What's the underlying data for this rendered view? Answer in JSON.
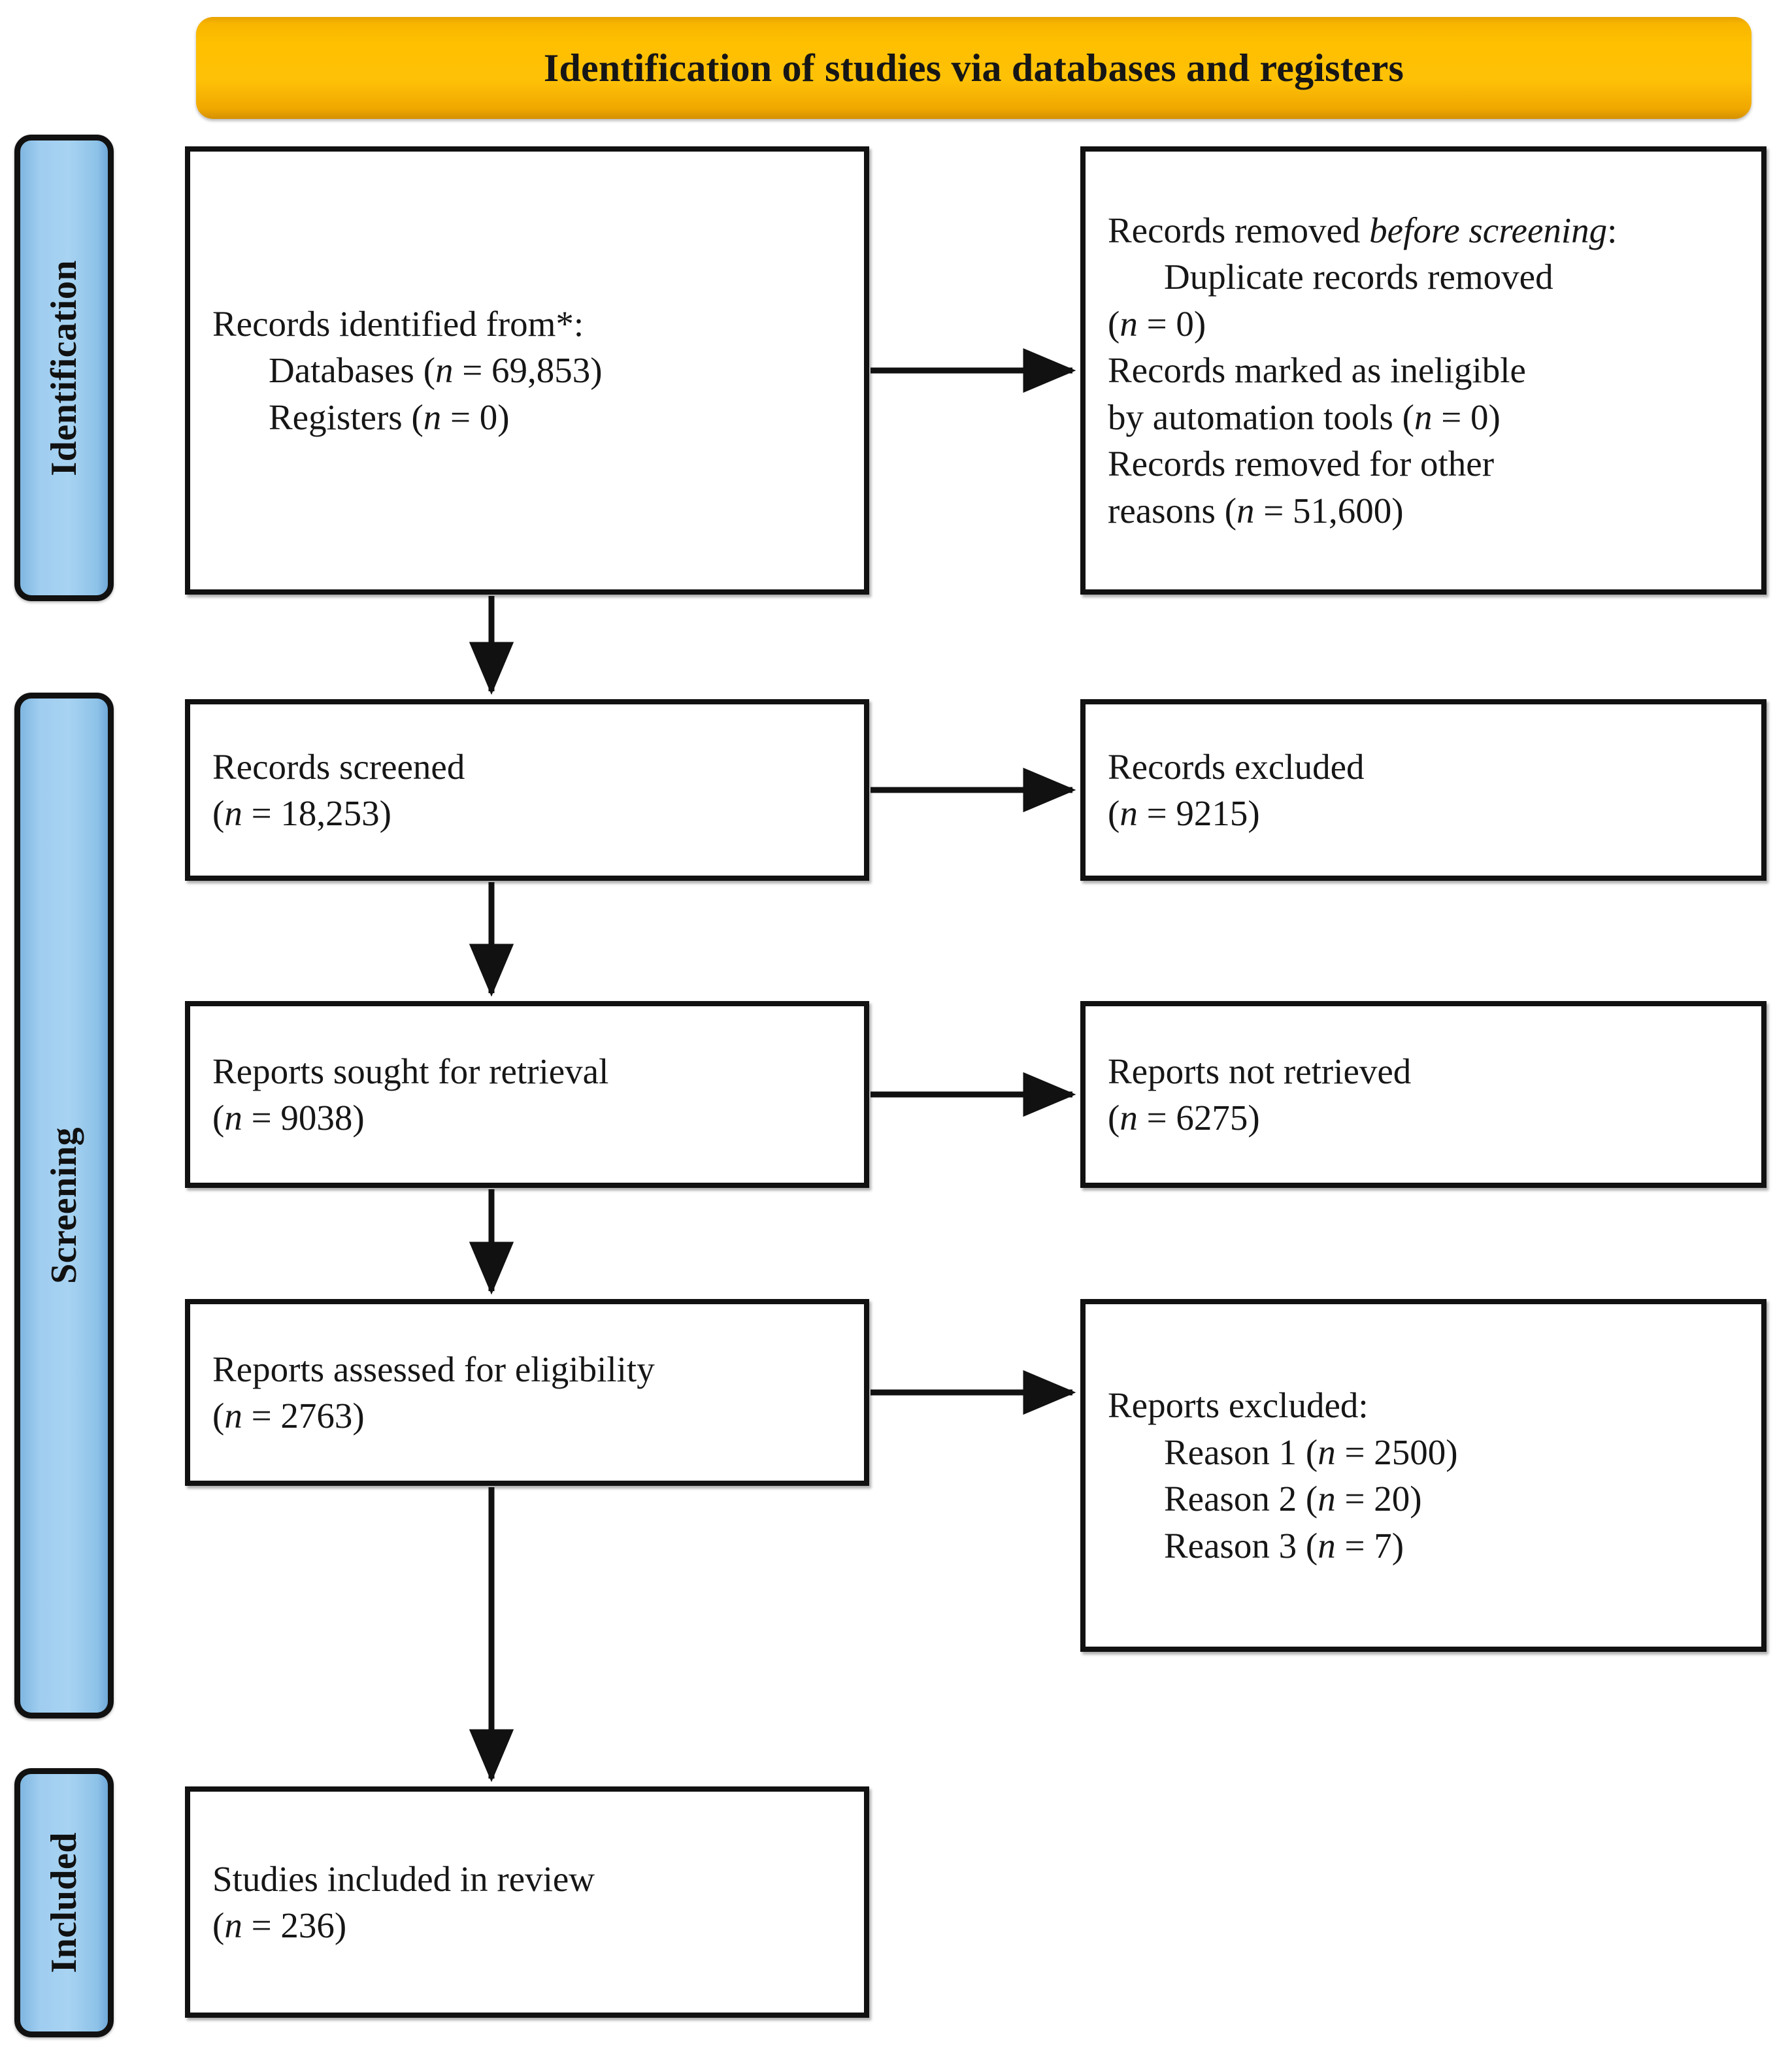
{
  "banner": {
    "title": "Identification of studies via databases and registers",
    "color": "#ffc000"
  },
  "phases": [
    {
      "id": "identification",
      "label": "Identification",
      "color": "#a8d3f2"
    },
    {
      "id": "screening",
      "label": "Screening",
      "color": "#a8d3f2"
    },
    {
      "id": "included",
      "label": "Included",
      "color": "#a8d3f2"
    }
  ],
  "boxes": {
    "identified": {
      "l1": "Records identified from*:",
      "l2_label": "Databases (",
      "l2_n": "n",
      "l2_val": " = 69,853)",
      "l3_label": "Registers (",
      "l3_n": "n",
      "l3_val": " = 0)"
    },
    "removed": {
      "l1a": "Records removed ",
      "l1b": "before screening",
      "l1c": ":",
      "l2": "Duplicate records removed",
      "l3_open": "(",
      "l3_n": "n",
      "l3_val": " = 0)",
      "l4": "Records marked as ineligible",
      "l5_label": "by automation tools (",
      "l5_n": "n",
      "l5_val": " = 0)",
      "l6": "Records removed for other",
      "l7_label": "reasons (",
      "l7_n": "n",
      "l7_val": " = 51,600)"
    },
    "screened": {
      "l1": "Records screened",
      "l2_open": "(",
      "l2_n": "n",
      "l2_val": " = 18,253)"
    },
    "excluded_records": {
      "l1": "Records excluded",
      "l2_open": "(",
      "l2_n": "n",
      "l2_val": " = 9215)"
    },
    "sought": {
      "l1": "Reports sought for retrieval",
      "l2_open": "(",
      "l2_n": "n",
      "l2_val": " = 9038)"
    },
    "not_retrieved": {
      "l1": "Reports not retrieved",
      "l2_open": "(",
      "l2_n": "n",
      "l2_val": " = 6275)"
    },
    "assessed": {
      "l1": "Reports assessed for eligibility",
      "l2_open": "(",
      "l2_n": "n",
      "l2_val": " = 2763)"
    },
    "reports_excluded": {
      "l1": "Reports excluded:",
      "l2_label": "Reason 1 (",
      "l2_n": "n",
      "l2_val": " = 2500)",
      "l3_label": "Reason 2 (",
      "l3_n": "n",
      "l3_val": " = 20)",
      "l4_label": "Reason 3 (",
      "l4_n": "n",
      "l4_val": " = 7)"
    },
    "included": {
      "l1": "Studies included in review",
      "l2_open": "(",
      "l2_n": "n",
      "l2_val": " = 236)"
    }
  },
  "chart_data": {
    "type": "diagram",
    "title": "PRISMA 2020 flow diagram",
    "nodes": [
      {
        "id": "identified",
        "stage": "Identification",
        "label": "Records identified from*",
        "databases": 69853,
        "registers": 0
      },
      {
        "id": "removed",
        "stage": "Identification",
        "label": "Records removed before screening",
        "duplicates": 0,
        "ineligible_by_automation": 0,
        "other_reasons": 51600
      },
      {
        "id": "screened",
        "stage": "Screening",
        "label": "Records screened",
        "n": 18253
      },
      {
        "id": "excluded_records",
        "stage": "Screening",
        "label": "Records excluded",
        "n": 9215
      },
      {
        "id": "sought",
        "stage": "Screening",
        "label": "Reports sought for retrieval",
        "n": 9038
      },
      {
        "id": "not_retrieved",
        "stage": "Screening",
        "label": "Reports not retrieved",
        "n": 6275
      },
      {
        "id": "assessed",
        "stage": "Screening",
        "label": "Reports assessed for eligibility",
        "n": 2763
      },
      {
        "id": "reports_excluded",
        "stage": "Screening",
        "label": "Reports excluded",
        "reason_1": 2500,
        "reason_2": 20,
        "reason_3": 7
      },
      {
        "id": "included",
        "stage": "Included",
        "label": "Studies included in review",
        "n": 236
      }
    ],
    "edges": [
      {
        "from": "identified",
        "to": "removed",
        "direction": "right"
      },
      {
        "from": "identified",
        "to": "screened",
        "direction": "down"
      },
      {
        "from": "screened",
        "to": "excluded_records",
        "direction": "right"
      },
      {
        "from": "screened",
        "to": "sought",
        "direction": "down"
      },
      {
        "from": "sought",
        "to": "not_retrieved",
        "direction": "right"
      },
      {
        "from": "sought",
        "to": "assessed",
        "direction": "down"
      },
      {
        "from": "assessed",
        "to": "reports_excluded",
        "direction": "right"
      },
      {
        "from": "assessed",
        "to": "included",
        "direction": "down"
      }
    ]
  }
}
